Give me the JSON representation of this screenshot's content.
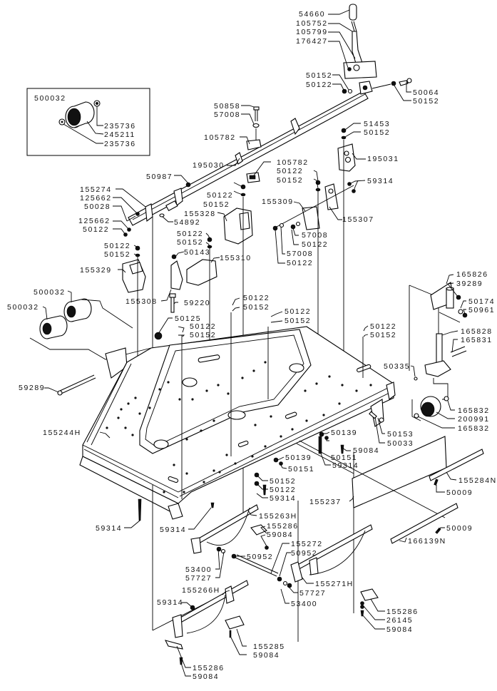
{
  "diagram": {
    "title": "Mower deck / frame exploded parts diagram",
    "background_color": "#ffffff",
    "line_color": "#000000",
    "inset_box": {
      "assembly": "500032",
      "parts": [
        "235736",
        "245211",
        "235736"
      ]
    },
    "callouts": [
      {
        "id": "c1",
        "text": "54660"
      },
      {
        "id": "c2",
        "text": "105752"
      },
      {
        "id": "c3",
        "text": "105799"
      },
      {
        "id": "c4",
        "text": "176427"
      },
      {
        "id": "c5",
        "text": "50152"
      },
      {
        "id": "c6",
        "text": "50122"
      },
      {
        "id": "c7",
        "text": "50064"
      },
      {
        "id": "c8",
        "text": "50152"
      },
      {
        "id": "c9",
        "text": "50858"
      },
      {
        "id": "c10",
        "text": "57008"
      },
      {
        "id": "c11",
        "text": "105782"
      },
      {
        "id": "c12",
        "text": "195030"
      },
      {
        "id": "c13",
        "text": "51453"
      },
      {
        "id": "c14",
        "text": "50152"
      },
      {
        "id": "c15",
        "text": "195031"
      },
      {
        "id": "c16",
        "text": "105782"
      },
      {
        "id": "c17",
        "text": "50122"
      },
      {
        "id": "c18",
        "text": "50152"
      },
      {
        "id": "c19",
        "text": "59314"
      },
      {
        "id": "c20",
        "text": "50987"
      },
      {
        "id": "c21",
        "text": "155274"
      },
      {
        "id": "c22",
        "text": "125662"
      },
      {
        "id": "c23",
        "text": "50028"
      },
      {
        "id": "c24",
        "text": "125662"
      },
      {
        "id": "c25",
        "text": "50122"
      },
      {
        "id": "c26",
        "text": "54892"
      },
      {
        "id": "c27",
        "text": "50122"
      },
      {
        "id": "c28",
        "text": "50152"
      },
      {
        "id": "c29",
        "text": "155328"
      },
      {
        "id": "c30",
        "text": "155309"
      },
      {
        "id": "c31",
        "text": "155307"
      },
      {
        "id": "c32",
        "text": "57008"
      },
      {
        "id": "c33",
        "text": "50122"
      },
      {
        "id": "c34",
        "text": "57008"
      },
      {
        "id": "c35",
        "text": "50122"
      },
      {
        "id": "c36",
        "text": "50122"
      },
      {
        "id": "c37",
        "text": "50152"
      },
      {
        "id": "c38",
        "text": "50143"
      },
      {
        "id": "c39",
        "text": "155310"
      },
      {
        "id": "c40",
        "text": "50122"
      },
      {
        "id": "c41",
        "text": "50152"
      },
      {
        "id": "c42",
        "text": "155329"
      },
      {
        "id": "c43",
        "text": "155308"
      },
      {
        "id": "c44",
        "text": "59220"
      },
      {
        "id": "c45",
        "text": "500032"
      },
      {
        "id": "c46",
        "text": "500032"
      },
      {
        "id": "c47",
        "text": "50125"
      },
      {
        "id": "c48",
        "text": "50122"
      },
      {
        "id": "c49",
        "text": "50152"
      },
      {
        "id": "c50",
        "text": "50122"
      },
      {
        "id": "c51",
        "text": "50152"
      },
      {
        "id": "c52",
        "text": "50122"
      },
      {
        "id": "c53",
        "text": "50152"
      },
      {
        "id": "c54",
        "text": "50122"
      },
      {
        "id": "c55",
        "text": "50152"
      },
      {
        "id": "c56",
        "text": "165826"
      },
      {
        "id": "c57",
        "text": "39289"
      },
      {
        "id": "c58",
        "text": "50174"
      },
      {
        "id": "c59",
        "text": "50961"
      },
      {
        "id": "c60",
        "text": "165828"
      },
      {
        "id": "c61",
        "text": "165831"
      },
      {
        "id": "c62",
        "text": "50335"
      },
      {
        "id": "c63",
        "text": "165832"
      },
      {
        "id": "c64",
        "text": "200991"
      },
      {
        "id": "c65",
        "text": "165832"
      },
      {
        "id": "c66",
        "text": "59289"
      },
      {
        "id": "c67",
        "text": "155244H"
      },
      {
        "id": "c68",
        "text": "50153"
      },
      {
        "id": "c69",
        "text": "50033"
      },
      {
        "id": "c70",
        "text": "50139"
      },
      {
        "id": "c71",
        "text": "50151"
      },
      {
        "id": "c72",
        "text": "59084"
      },
      {
        "id": "c73",
        "text": "59314"
      },
      {
        "id": "c74",
        "text": "50139"
      },
      {
        "id": "c75",
        "text": "50151"
      },
      {
        "id": "c76",
        "text": "50152"
      },
      {
        "id": "c77",
        "text": "50122"
      },
      {
        "id": "c78",
        "text": "59314"
      },
      {
        "id": "c79",
        "text": "155284N"
      },
      {
        "id": "c80",
        "text": "50009"
      },
      {
        "id": "c81",
        "text": "155237"
      },
      {
        "id": "c82",
        "text": "50009"
      },
      {
        "id": "c83",
        "text": "166139N"
      },
      {
        "id": "c84",
        "text": "59314"
      },
      {
        "id": "c85",
        "text": "59314"
      },
      {
        "id": "c86",
        "text": "155263H"
      },
      {
        "id": "c87",
        "text": "155286"
      },
      {
        "id": "c88",
        "text": "59084"
      },
      {
        "id": "c89",
        "text": "155272"
      },
      {
        "id": "c90",
        "text": "50952"
      },
      {
        "id": "c91",
        "text": "50952"
      },
      {
        "id": "c92",
        "text": "53400"
      },
      {
        "id": "c93",
        "text": "57727"
      },
      {
        "id": "c94",
        "text": "155266H"
      },
      {
        "id": "c95",
        "text": "155271H"
      },
      {
        "id": "c96",
        "text": "57727"
      },
      {
        "id": "c97",
        "text": "53400"
      },
      {
        "id": "c98",
        "text": "59314"
      },
      {
        "id": "c99",
        "text": "155285"
      },
      {
        "id": "c100",
        "text": "59084"
      },
      {
        "id": "c101",
        "text": "155286"
      },
      {
        "id": "c102",
        "text": "59084"
      },
      {
        "id": "c103",
        "text": "155286"
      },
      {
        "id": "c104",
        "text": "26145"
      },
      {
        "id": "c105",
        "text": "59084"
      }
    ]
  }
}
